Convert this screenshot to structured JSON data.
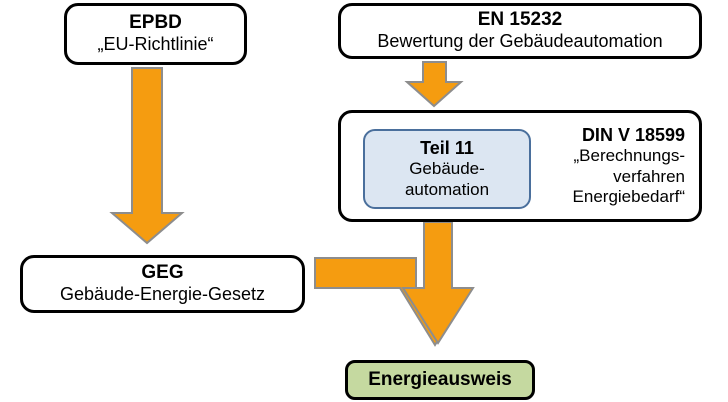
{
  "diagram": {
    "title": "EPBD / EN 15232 / DIN V 18599 / GEG zu Energieausweis",
    "colors": {
      "arrow_fill": "#f59c10",
      "arrow_stroke": "#8d8d8d",
      "box_border": "#000000",
      "box_fill": "#ffffff",
      "teil11_fill": "#dce6f2",
      "teil11_border": "#4a6f9c",
      "energieausweis_fill": "#c5d9a0"
    },
    "nodes": {
      "epbd": {
        "title": "EPBD",
        "subtitle": "„EU-Richtlinie“"
      },
      "en15232": {
        "title": "EN 15232",
        "subtitle": "Bewertung der Gebäudeautomation"
      },
      "din18599": {
        "title": "DIN V 18599",
        "subtitle_line1": "„Berechnungs-",
        "subtitle_line2": "verfahren",
        "subtitle_line3": "Energiebedarf“"
      },
      "teil11": {
        "title": "Teil 11",
        "subtitle_line1": "Gebäude-",
        "subtitle_line2": "automation"
      },
      "geg": {
        "title": "GEG",
        "subtitle": "Gebäude-Energie-Gesetz"
      },
      "energieausweis": {
        "title": "Energieausweis"
      }
    },
    "arrows": [
      {
        "name": "epbd-to-geg",
        "direction": "down"
      },
      {
        "name": "en15232-to-din18599",
        "direction": "down"
      },
      {
        "name": "din18599-to-energieausweis",
        "direction": "down"
      },
      {
        "name": "geg-to-energieausweis",
        "direction": "right-down"
      }
    ]
  }
}
